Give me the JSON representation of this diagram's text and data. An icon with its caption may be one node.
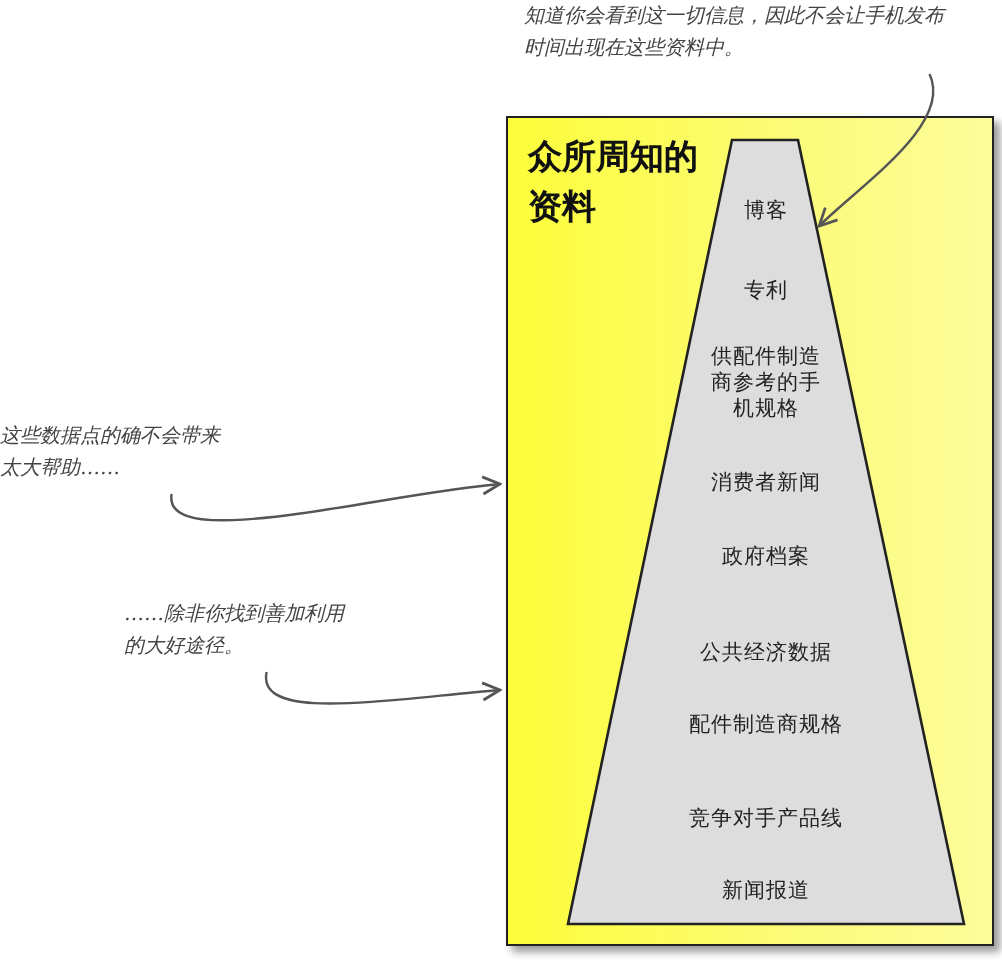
{
  "diagram": {
    "nodes": [
      {
        "text": [
          "众所周知的资料"
        ]
      },
      {
        "text": [
          "博客",
          "专利",
          "供配件制造商参考的手机规格",
          "消费者新闻",
          "政府档案",
          "公共经济数据",
          "配件制造商规格",
          "竞争对手产品线",
          "新闻报道"
        ],
        "in": 0
      },
      {
        "text": [
          "知道你会看到这一切信息，因此不会让手机发布时间出现在这些资料中。"
        ]
      },
      {
        "text": [
          "这些数据点的确不会带来太大帮助……"
        ]
      },
      {
        "text": [
          "……除非你找到善加利用的大好途径。"
        ]
      }
    ],
    "edges": [
      {
        "from": 2,
        "to": 1,
        "arrow": "to"
      },
      {
        "from": 3,
        "to": 0,
        "arrow": "to"
      },
      {
        "from": 4,
        "to": 0,
        "arrow": "to"
      }
    ]
  }
}
